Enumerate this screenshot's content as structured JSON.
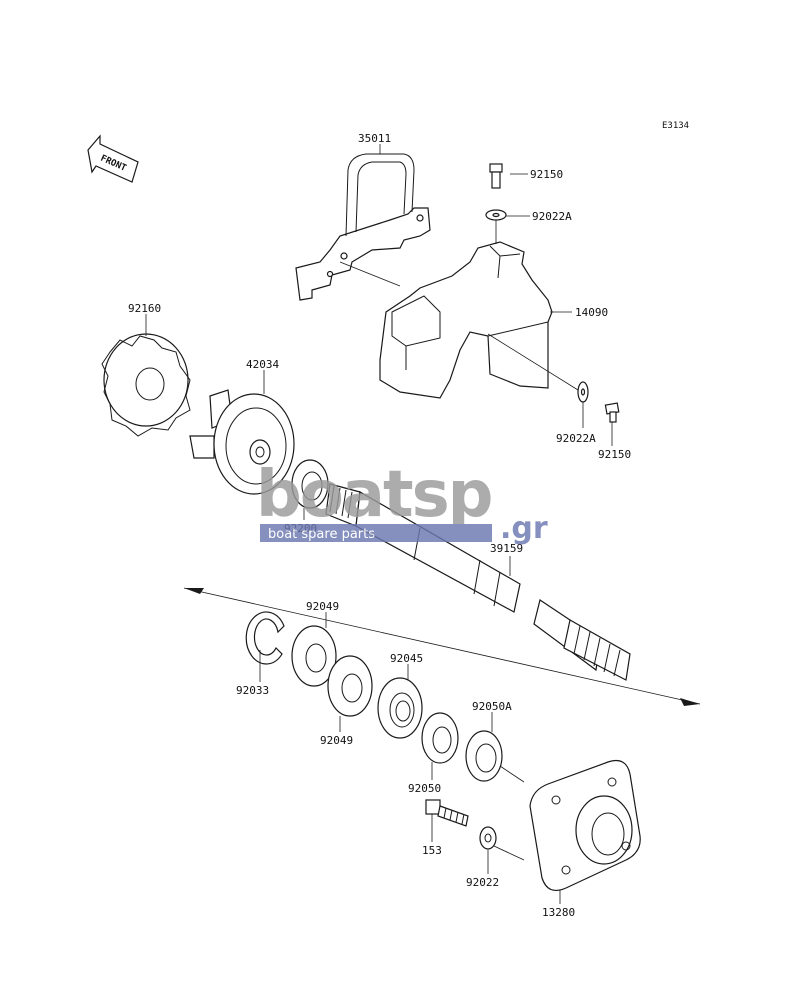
{
  "diagram": {
    "code": "E3134",
    "front_label": "FRONT"
  },
  "parts": {
    "p35011": "35011",
    "p92150_top": "92150",
    "p92022A_top": "92022A",
    "p14090": "14090",
    "p92160": "92160",
    "p42034": "42034",
    "p92022A_bottom": "92022A",
    "p92150_bottom": "92150",
    "p92200": "92200",
    "p39159": "39159",
    "p92049_top": "92049",
    "p92033": "92033",
    "p92045": "92045",
    "p92049_bottom": "92049",
    "p92050A": "92050A",
    "p92050": "92050",
    "p153": "153",
    "p92022": "92022",
    "p13280": "13280"
  },
  "watermark": {
    "main": "boatsp",
    "suffix": ".gr",
    "tagline": "boat spare parts",
    "color_main": "#9a9a9a",
    "color_accent": "#6b78b0"
  }
}
